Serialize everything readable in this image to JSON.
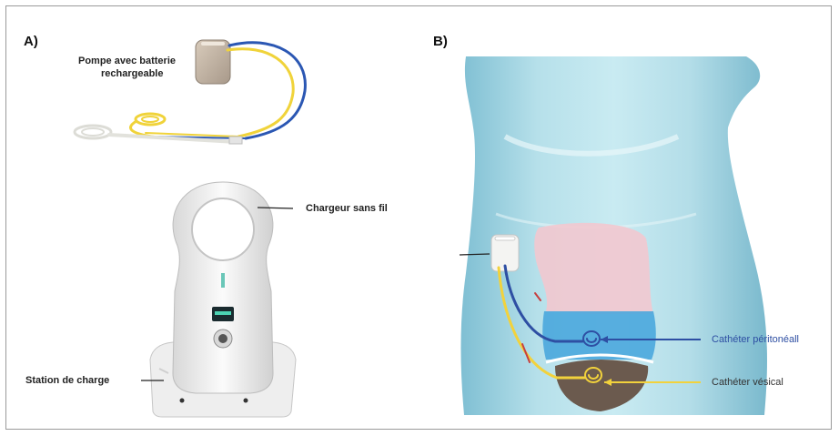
{
  "panel_a": {
    "letter": "A)",
    "pump_label_line1": "Pompe avec batterie",
    "pump_label_line2": "rechargeable",
    "charger_label": "Chargeur sans fil",
    "station_label": "Station de charge"
  },
  "panel_b": {
    "letter": "B)",
    "peritoneal_label": "Cathéter péritonéall",
    "bladder_label": "Cathéter vésical"
  },
  "colors": {
    "body": "#a8d6e2",
    "peritoneal_catheter": "#2e4fa3",
    "bladder_catheter": "#f2d23c",
    "pink_region": "#f2c8cf",
    "blue_region": "#4aa7dd",
    "bladder": "#6b5a4e",
    "device": "#f4f4f2"
  }
}
